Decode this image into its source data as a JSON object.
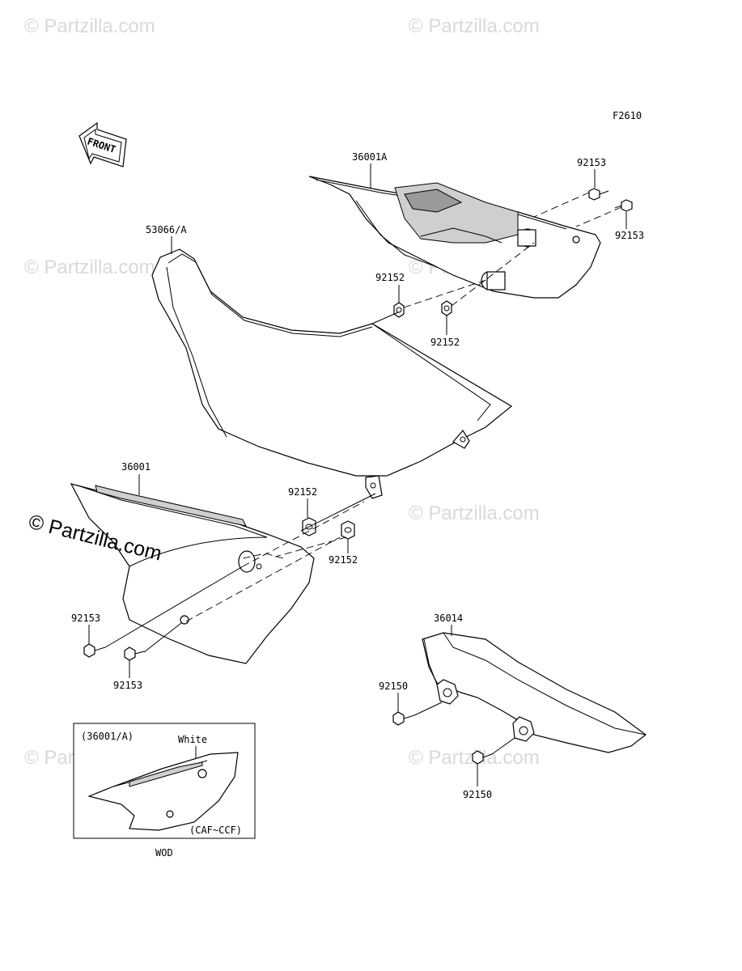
{
  "watermark": {
    "text": "© Partzilla.com"
  },
  "figure_code": "F2610",
  "front_arrow": {
    "label": "FRONT"
  },
  "callouts": {
    "seat": "53066/A",
    "right_cover": "36001A",
    "left_cover": "36001",
    "chain_cover": "36014",
    "bolt_92153_a": "92153",
    "bolt_92153_b": "92153",
    "bolt_92153_c": "92153",
    "bolt_92153_d": "92153",
    "grommet_92152_a": "92152",
    "grommet_92152_b": "92152",
    "grommet_92152_c": "92152",
    "grommet_92152_d": "92152",
    "bolt_92150_a": "92150",
    "bolt_92150_b": "92150"
  },
  "inset": {
    "part_ref": "(36001/A)",
    "color_note": "White",
    "model_range": "(CAF~CCF)",
    "caption": "WOD"
  }
}
